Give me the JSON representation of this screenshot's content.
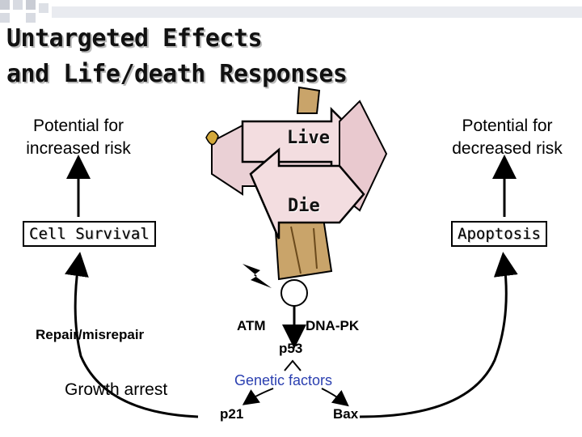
{
  "title": {
    "line1": "Untargeted Effects",
    "line2": "and Life/death Responses"
  },
  "labels": {
    "potential_increased": "Potential for increased risk",
    "potential_decreased": "Potential for decreased risk",
    "cell_survival": "Cell Survival",
    "apoptosis": "Apoptosis",
    "repair": "Repair/misrepair",
    "growth_arrest": "Growth arrest",
    "atm": "ATM",
    "dna_pk": "DNA-PK",
    "p53": "p53",
    "genetic_factors": "Genetic factors",
    "p21": "p21",
    "bax": "Bax"
  },
  "signpost": {
    "live": "Live",
    "die": "Die"
  },
  "colors": {
    "sign_fill": "#f3dde0",
    "post_fill": "#c9a46a",
    "deco_squares": "#c9ccd4",
    "genetic_text": "#2a3fb0"
  },
  "icons": {
    "lightning": "lightning-bolt-icon",
    "cell": "cell-circle-icon",
    "sign": "crossroads-signpost-icon"
  }
}
